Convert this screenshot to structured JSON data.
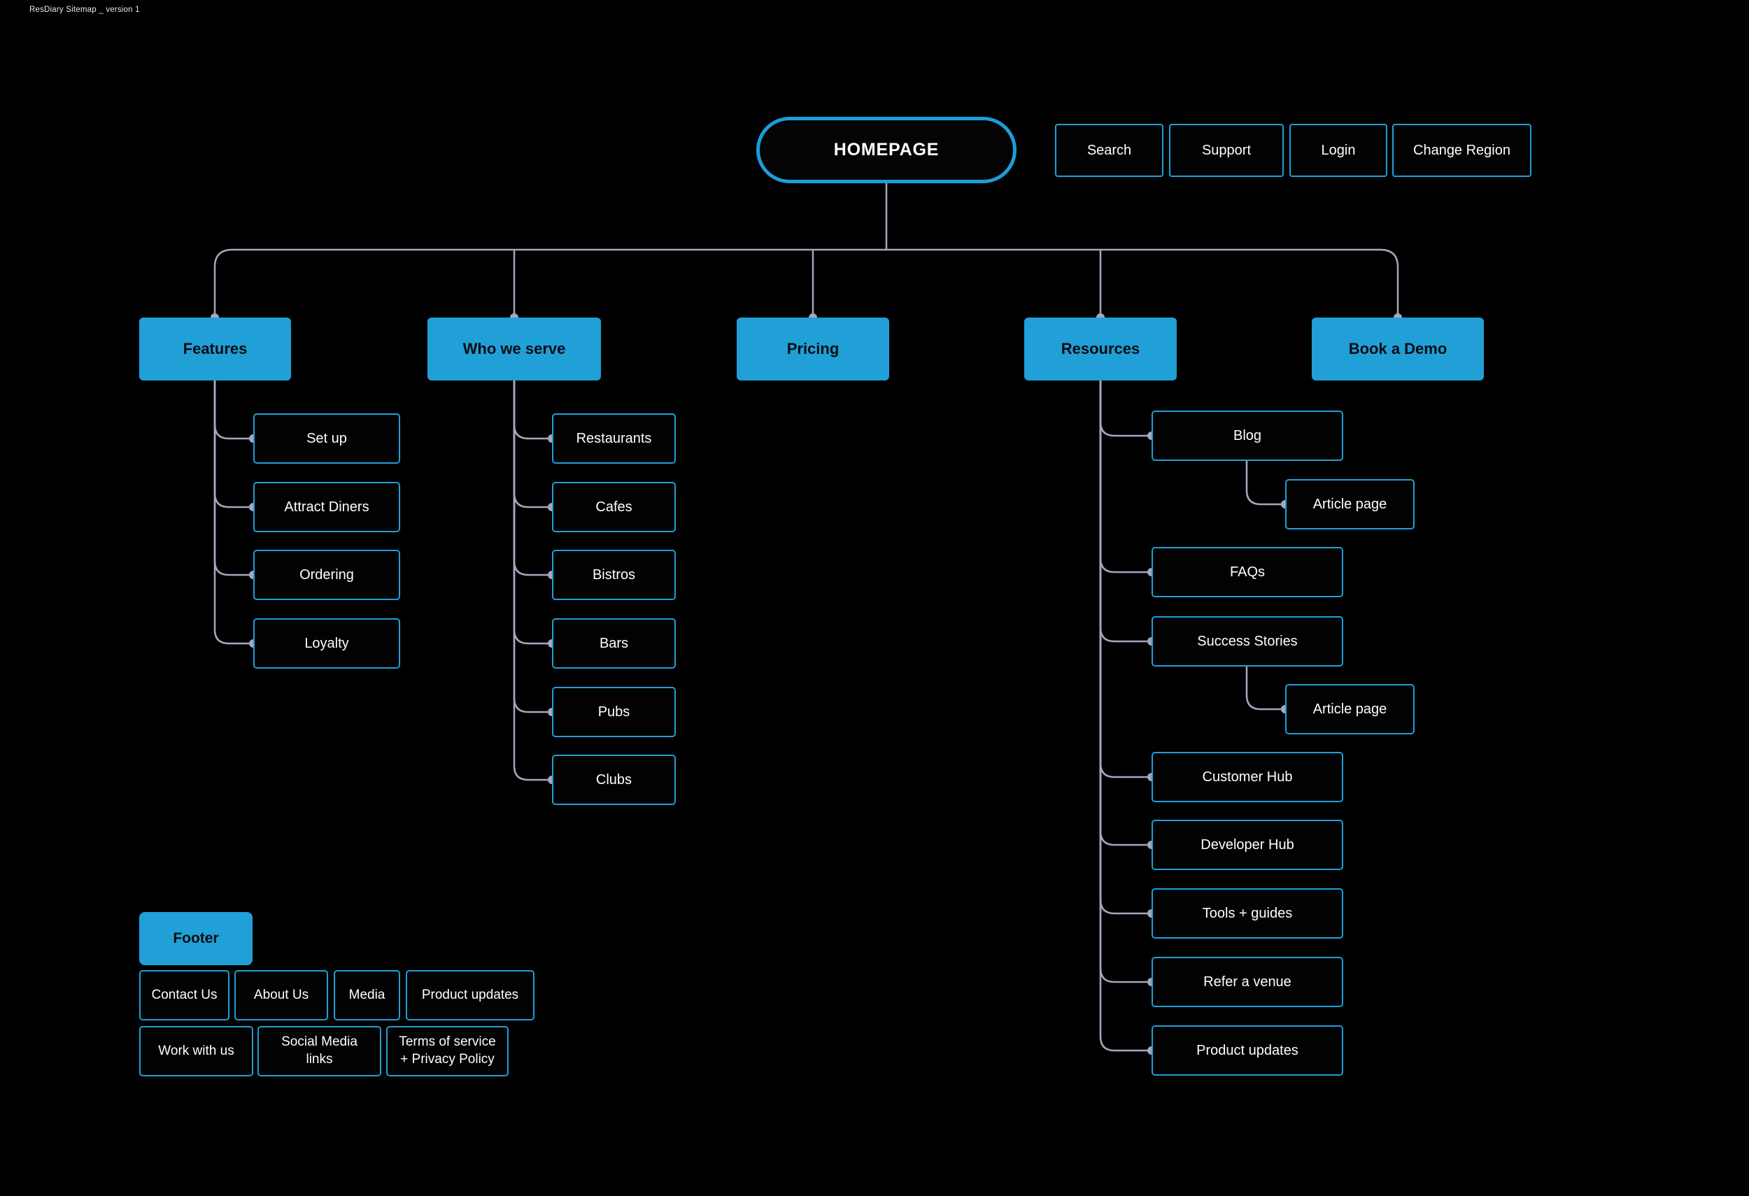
{
  "meta": {
    "title": "ResDiary Sitemap _ version 1"
  },
  "colors": {
    "background": "#000000",
    "accent_blue_fill": "#219FD7",
    "accent_blue_border": "#1F9FD9",
    "connector": "#A5A8BD",
    "dark_text": "#0A0D12",
    "light_text": "#FFFFFF"
  },
  "homepage": {
    "label": "HOMEPAGE"
  },
  "utility_nav": [
    {
      "label": "Search"
    },
    {
      "label": "Support"
    },
    {
      "label": "Login"
    },
    {
      "label": "Change Region"
    }
  ],
  "main_nav": [
    {
      "label": "Features",
      "children": [
        {
          "label": "Set up"
        },
        {
          "label": "Attract Diners"
        },
        {
          "label": "Ordering"
        },
        {
          "label": "Loyalty"
        }
      ]
    },
    {
      "label": "Who we serve",
      "children": [
        {
          "label": "Restaurants"
        },
        {
          "label": "Cafes"
        },
        {
          "label": "Bistros"
        },
        {
          "label": "Bars"
        },
        {
          "label": "Pubs"
        },
        {
          "label": "Clubs"
        }
      ]
    },
    {
      "label": "Pricing",
      "children": []
    },
    {
      "label": "Resources",
      "children": [
        {
          "label": "Blog",
          "children": [
            {
              "label": "Article page"
            }
          ]
        },
        {
          "label": "FAQs"
        },
        {
          "label": "Success Stories",
          "children": [
            {
              "label": "Article page"
            }
          ]
        },
        {
          "label": "Customer Hub"
        },
        {
          "label": "Developer Hub"
        },
        {
          "label": "Tools + guides"
        },
        {
          "label": "Refer a venue"
        },
        {
          "label": "Product updates"
        }
      ]
    },
    {
      "label": "Book a Demo",
      "children": []
    }
  ],
  "footer": {
    "label": "Footer",
    "links_row1": [
      "Contact Us",
      "About Us",
      "Media",
      "Product updates"
    ],
    "links_row2": [
      "Work with us",
      "Social Media links",
      "Terms of service + Privacy Policy"
    ]
  }
}
